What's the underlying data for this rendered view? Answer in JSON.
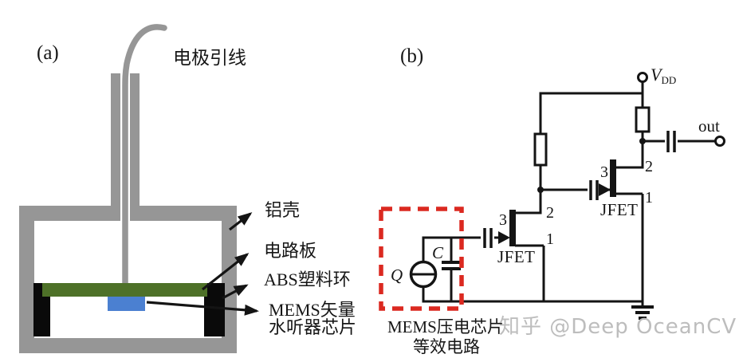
{
  "figure": {
    "watermark": "知乎 @Deep OceanCV",
    "panel_a": {
      "label": "(a)",
      "annotations": {
        "electrode_lead": "电极引线",
        "aluminum_shell": "铝壳",
        "circuit_board": "电路板",
        "abs_plastic_ring": "ABS塑料环",
        "mems_chip_line1": "MEMS矢量",
        "mems_chip_line2": "水听器芯片"
      },
      "colors": {
        "shell_gray": "#969696",
        "board_green": "#4e7128",
        "chip_blue": "#4b80d1",
        "ring_black": "#0a0a0a"
      }
    },
    "panel_b": {
      "label": "(b)",
      "supply_label": {
        "main": "V",
        "sub": "DD"
      },
      "output_label": "out",
      "charge_source_label": "Q",
      "capacitance_label": "C",
      "jfet_input": {
        "name": "JFET",
        "pin_gate": "3",
        "pin_drain": "2",
        "pin_source": "1"
      },
      "jfet_output": {
        "name": "JFET",
        "pin_gate": "3",
        "pin_drain": "2",
        "pin_source": "1"
      },
      "equiv_caption_line1": "MEMS压电芯片",
      "equiv_caption_line2": "等效电路",
      "colors": {
        "wire_black": "#141414",
        "equiv_box_red": "#db2920"
      }
    }
  }
}
